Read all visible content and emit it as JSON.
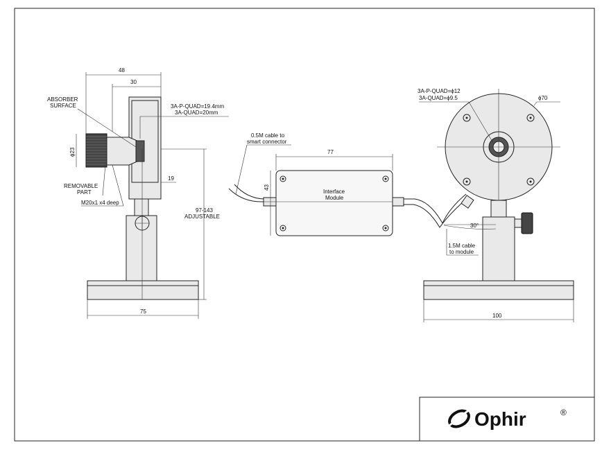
{
  "front_view": {
    "dim_48": "48",
    "dim_30": "30",
    "dim_diameter_23": "ϕ23",
    "dim_19": "19",
    "dim_height_1": "97-143",
    "dim_height_2": "ADJUSTABLE",
    "dim_75": "75",
    "absorber_line1": "ABSORBER",
    "absorber_line2": "SURFACE",
    "removable_line1": "REMOVABLE",
    "removable_line2": "PART",
    "thread_label": "M20x1 x4 deep",
    "quad_p_line": "3A-P-QUAD=19.4mm",
    "quad_line": "3A-QUAD=20mm"
  },
  "module_view": {
    "cable_line1": "0.5M cable to",
    "cable_line2": "smart connector",
    "dim_77": "77",
    "dim_43": "43",
    "module_line1": "Interface",
    "module_line2": "Module"
  },
  "side_view": {
    "quad_p_aperture": "3A-P-QUAD=ϕ12",
    "quad_aperture": "3A-QUAD=ϕ9.5",
    "dim_diameter_70": "ϕ70",
    "angle_30": "30°",
    "cable_line1": "1.5M cable",
    "cable_line2": "to module",
    "dim_100": "100"
  },
  "logo": {
    "brand": "Ophir",
    "mark": "®"
  }
}
